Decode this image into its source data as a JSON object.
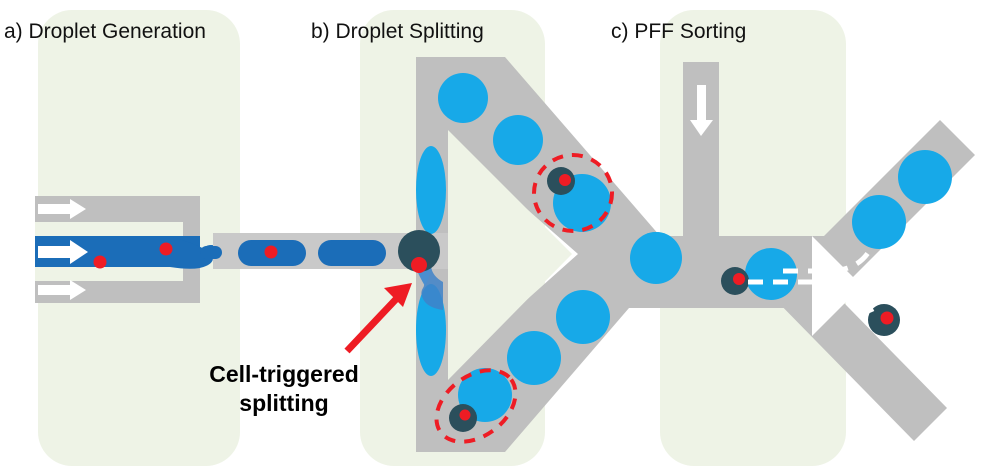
{
  "figure": {
    "kind": "microfluidic-workflow-diagram",
    "panels": [
      {
        "id": "a",
        "title": "a) Droplet Generation"
      },
      {
        "id": "b",
        "title": "b) Droplet Splitting"
      },
      {
        "id": "c",
        "title": "c) PFF Sorting"
      }
    ],
    "annotations": [
      {
        "id": "cell-triggered-splitting",
        "text": "Cell-triggered\nsplitting",
        "color": "#000000"
      }
    ],
    "colors": {
      "panel_background": "#EEF3E6",
      "channel_gray": "#BFBFBF",
      "channel_gray_light": "#C9C9C9",
      "aqueous_blue": "#1B6DB8",
      "droplet_blue": "#17A9E8",
      "cell_dark": "#2B4F5C",
      "cell_core_red": "#EE1C24",
      "arrow_red": "#EE1C24",
      "dashed_highlight": "#EE1C24",
      "inlet_arrow_white": "#FFFFFF",
      "trajectory_white": "#FFFFFF",
      "background": "#FFFFFF"
    },
    "elements": {
      "inlet_oil_top": "oil inlet channel with white flow arrow",
      "inlet_aqueous": "aqueous cell suspension inlet with white flow arrow",
      "inlet_oil_bottom": "oil inlet channel with white flow arrow",
      "nozzle": "flow-focusing droplet pinch-off nozzle",
      "droplet_train": "train of generated droplets in serpentine channel",
      "splitting_junction": "T-junction where a cell-containing droplet splits",
      "y_channel": "Y-shaped splitting channel with two daughter branches",
      "pff_inlet_sheath": "vertical sheath-flow inlet with white downward arrow",
      "pff_bifurcation": "pinched-flow fractionation outlet bifurcation",
      "outlet_upper": "large-droplet outlet branch",
      "outlet_lower": "small-cell outlet branch"
    },
    "counts": {
      "generated_droplets_in_train": 3,
      "cells_shown": 6,
      "dashed_highlight_circles": 2,
      "white_inlet_arrows": 3,
      "white_sheath_arrows": 1,
      "red_pointer_arrows": 1,
      "white_dashed_trajectories": 2
    }
  }
}
